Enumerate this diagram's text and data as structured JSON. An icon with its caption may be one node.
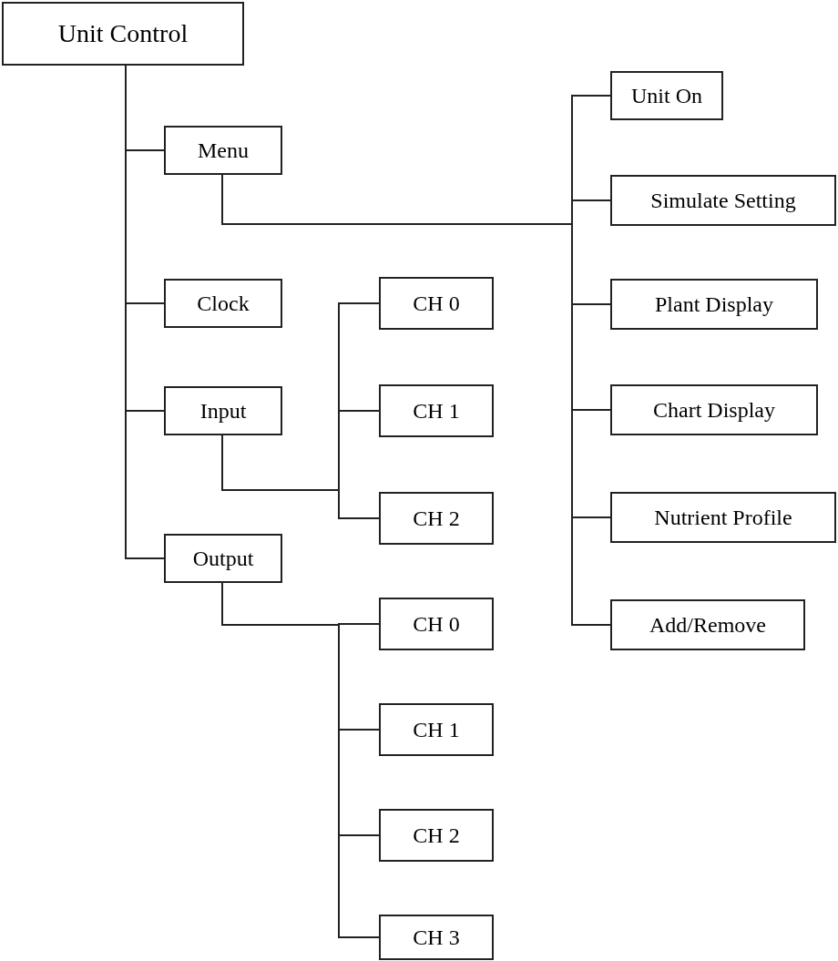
{
  "diagram": {
    "nodes": [
      {
        "text": [
          "Unit Control"
        ]
      },
      {
        "text": [
          "Menu"
        ]
      },
      {
        "text": [
          "Clock"
        ]
      },
      {
        "text": [
          "Input"
        ]
      },
      {
        "text": [
          "Output"
        ]
      },
      {
        "text": [
          "CH 0"
        ]
      },
      {
        "text": [
          "CH 1"
        ]
      },
      {
        "text": [
          "CH 2"
        ]
      },
      {
        "text": [
          "CH 0"
        ]
      },
      {
        "text": [
          "CH 1"
        ]
      },
      {
        "text": [
          "CH 2"
        ]
      },
      {
        "text": [
          "CH 3"
        ]
      },
      {
        "text": [
          "Unit On"
        ]
      },
      {
        "text": [
          "Simulate Setting"
        ]
      },
      {
        "text": [
          "Plant Display"
        ]
      },
      {
        "text": [
          "Chart Display"
        ]
      },
      {
        "text": [
          "Nutrient Profile"
        ]
      },
      {
        "text": [
          "Add/Remove"
        ]
      }
    ],
    "edges": [
      {
        "from": 0,
        "to": 1,
        "arrow": "none"
      },
      {
        "from": 0,
        "to": 2,
        "arrow": "none"
      },
      {
        "from": 0,
        "to": 3,
        "arrow": "none"
      },
      {
        "from": 0,
        "to": 4,
        "arrow": "none"
      },
      {
        "from": 1,
        "to": 12,
        "arrow": "none"
      },
      {
        "from": 1,
        "to": 13,
        "arrow": "none"
      },
      {
        "from": 1,
        "to": 14,
        "arrow": "none"
      },
      {
        "from": 1,
        "to": 15,
        "arrow": "none"
      },
      {
        "from": 1,
        "to": 16,
        "arrow": "none"
      },
      {
        "from": 1,
        "to": 17,
        "arrow": "none"
      },
      {
        "from": 3,
        "to": 5,
        "arrow": "none"
      },
      {
        "from": 3,
        "to": 6,
        "arrow": "none"
      },
      {
        "from": 3,
        "to": 7,
        "arrow": "none"
      },
      {
        "from": 4,
        "to": 8,
        "arrow": "none"
      },
      {
        "from": 4,
        "to": 9,
        "arrow": "none"
      },
      {
        "from": 4,
        "to": 10,
        "arrow": "none"
      },
      {
        "from": 4,
        "to": 11,
        "arrow": "none"
      }
    ]
  }
}
